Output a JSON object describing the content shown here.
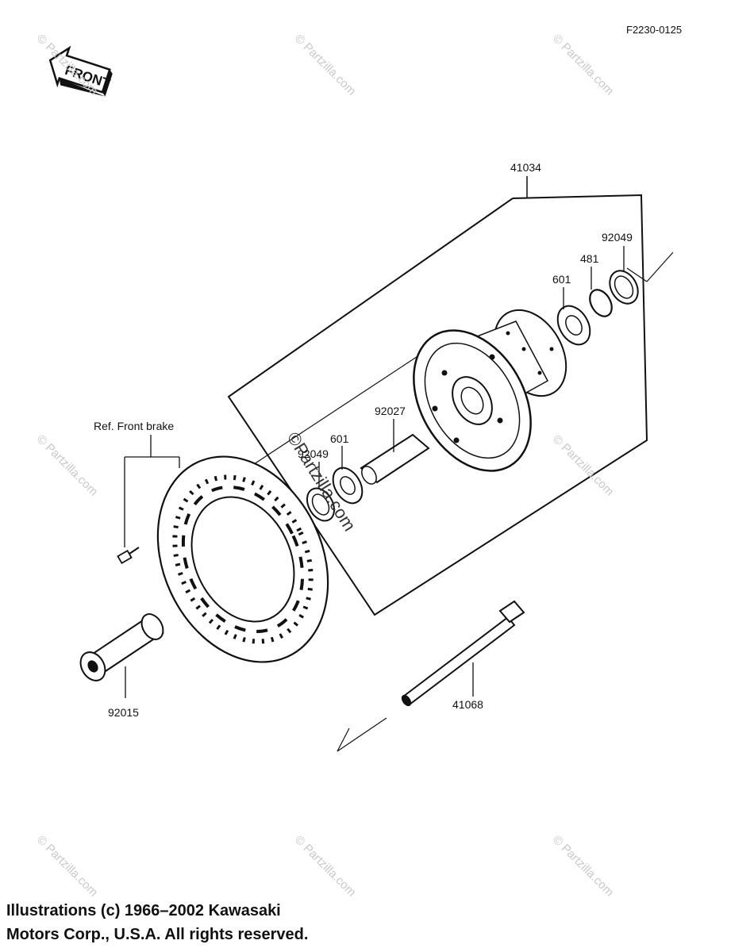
{
  "diagram_code": "F2230-0125",
  "front_badge": "FRONT",
  "reference_note": "Ref. Front brake",
  "watermark": "© Partzilla.com",
  "watermark_large": "©Partzilla.com",
  "copyright": {
    "line1": "Illustrations (c) 1966–2002 Kawasaki",
    "line2": "Motors Corp., U.S.A.  All rights reserved."
  },
  "parts": {
    "hub_assembly": "41034",
    "seal_right": "92049",
    "circlip": "481",
    "bearing_right": "601",
    "spacer": "92027",
    "bearing_left": "601",
    "seal_left": "92049",
    "axle": "41068",
    "collar": "92015"
  }
}
